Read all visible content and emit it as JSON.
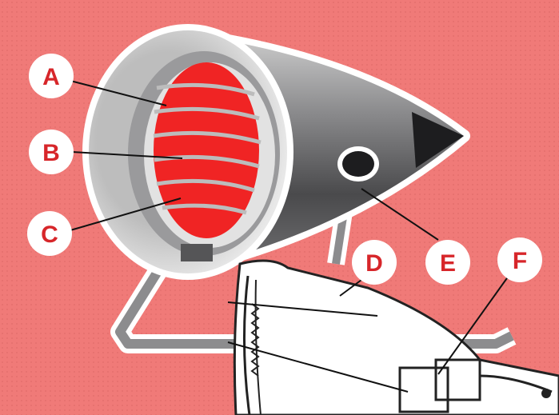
{
  "labels": [
    "A",
    "B",
    "C",
    "D",
    "E",
    "F"
  ],
  "colors": {
    "background": "#f07a78",
    "element_red": "#f02424",
    "label_text": "#d7262a",
    "badge_fill": "#ffffff",
    "metal_dark": "#3a3a3c",
    "metal_light": "#d9d9d9"
  }
}
